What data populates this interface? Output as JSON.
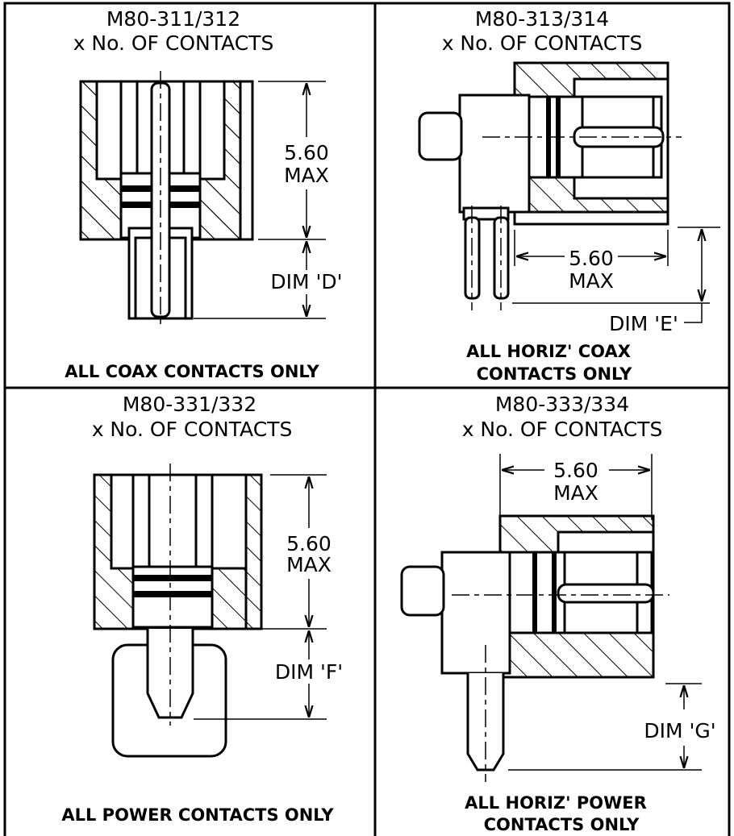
{
  "panels": {
    "tl": {
      "part": "M80-311/312",
      "contacts": "x No. OF CONTACTS",
      "dim_value": "5.60",
      "dim_max": "MAX",
      "dim_ref": "DIM 'D'",
      "caption": "ALL COAX CONTACTS ONLY"
    },
    "tr": {
      "part": "M80-313/314",
      "contacts": "x No. OF CONTACTS",
      "dim_value": "5.60",
      "dim_max": "MAX",
      "dim_ref": "DIM 'E'",
      "caption_1": "ALL HORIZ' COAX",
      "caption_2": "CONTACTS ONLY"
    },
    "bl": {
      "part": "M80-331/332",
      "contacts": "x No. OF CONTACTS",
      "dim_value": "5.60",
      "dim_max": "MAX",
      "dim_ref": "DIM 'F'",
      "caption": "ALL POWER CONTACTS ONLY"
    },
    "br": {
      "part": "M80-333/334",
      "contacts": "x No. OF CONTACTS",
      "dim_value": "5.60",
      "dim_max": "MAX",
      "dim_ref": "DIM 'G'",
      "caption_1": "ALL HORIZ' POWER",
      "caption_2": "CONTACTS ONLY"
    }
  }
}
